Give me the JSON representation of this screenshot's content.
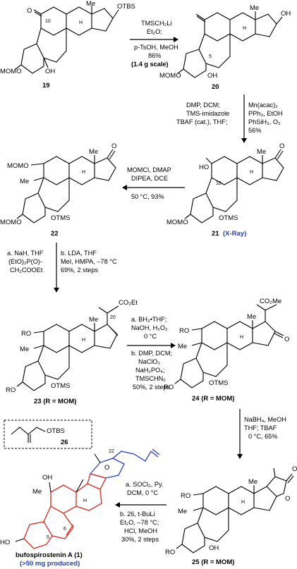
{
  "compounds": {
    "c19": {
      "label": "19",
      "groups": {
        "otbs": "OTBS",
        "me": "Me",
        "h": "H",
        "momo": "MOMO",
        "oh": "OH",
        "o": "O",
        "n10": "10"
      }
    },
    "c20": {
      "label": "20",
      "groups": {
        "oh": "OH",
        "me": "Me",
        "h": "H",
        "momo": "MOMO",
        "oh2": "OH",
        "n5": "5"
      }
    },
    "c21": {
      "label": "21",
      "xray": "(X-Ray)",
      "groups": {
        "o": "O",
        "me": "Me",
        "ho": "HO",
        "h": "H",
        "n10": "10",
        "momo": "MOMO",
        "otms": "OTMS"
      }
    },
    "c22": {
      "label": "22",
      "groups": {
        "o": "O",
        "me": "Me",
        "momo1": "MOMO",
        "me2": "Me",
        "h": "H",
        "momo2": "MOMO",
        "otms": "OTMS"
      }
    },
    "c23": {
      "label": "23 (R = MOM)",
      "groups": {
        "co2et": "CO₂Et",
        "me": "Me",
        "n20": "20",
        "ro": "RO",
        "me2": "Me",
        "h": "H",
        "ro2": "RO",
        "otms": "OTMS"
      }
    },
    "c24": {
      "label": "24 (R = MOM)",
      "groups": {
        "co2me": "CO₂Me",
        "me": "Me",
        "o": "O",
        "ro": "RO",
        "me2": "Me",
        "h": "H",
        "ro2": "RO",
        "otms": "OTMS"
      }
    },
    "c25": {
      "label": "25 (R = MOM)",
      "groups": {
        "o1": "O",
        "o2": "O",
        "me": "Me",
        "ro": "RO",
        "me2": "Me",
        "h": "H",
        "ro2": "RO",
        "oh": "OH"
      }
    },
    "c26": {
      "label": "26",
      "otbs": "OTBS"
    },
    "product": {
      "name": "bufospirostenin A (1)",
      "note": "(>50 mg produced)",
      "groups": {
        "oh": "OH",
        "me": "Me",
        "ho": "HO",
        "o": "O",
        "n22": "22",
        "n5": "5",
        "n6": "6",
        "h": "H"
      }
    }
  },
  "steps": {
    "s1": {
      "lines": [
        "TMSCH₂Li",
        "Et₂O;",
        "p-TsOH, MeOH",
        "86%",
        "(1.4 g scale)"
      ]
    },
    "s2": {
      "left": [
        "DMP, DCM;",
        "TMS-imidazole",
        "TBAF (cat.), THF;"
      ],
      "right": [
        "Mn(acac)₂",
        "PPh₃, EtOH",
        "PhSiH₃, O₂",
        "56%"
      ]
    },
    "s3": {
      "lines": [
        "MOMCl, DMAP",
        "DIPEA, DCE",
        "50 °C, 93%"
      ]
    },
    "s4": {
      "left": [
        "a. NaH, THF",
        "(EtO)₂P(O)-",
        "CH₂COOEt"
      ],
      "right": [
        "b. LDA, THF",
        "MeI, HMPA, –78 °C",
        "69%, 2 steps"
      ]
    },
    "s5": {
      "lines": [
        "a. BH₃•THF;",
        "NaOH, H₂O₂",
        "0 °C",
        "b. DMP, DCM;",
        "NaClO₂",
        "NaH₂PO₄;",
        "TMSCHN₂",
        "50%, 2 steps"
      ]
    },
    "s6": {
      "lines": [
        "NaBH₄, MeOH",
        "THF; TBAF",
        "0 °C, 65%"
      ]
    },
    "s7": {
      "lines": [
        "a. SOCl₂, Py.",
        "DCM, 0 °C",
        "b. 26, t-BuLi",
        "Et₂O, –78 °C;",
        "HCl, MeOH",
        "30%, 2 steps"
      ]
    }
  }
}
